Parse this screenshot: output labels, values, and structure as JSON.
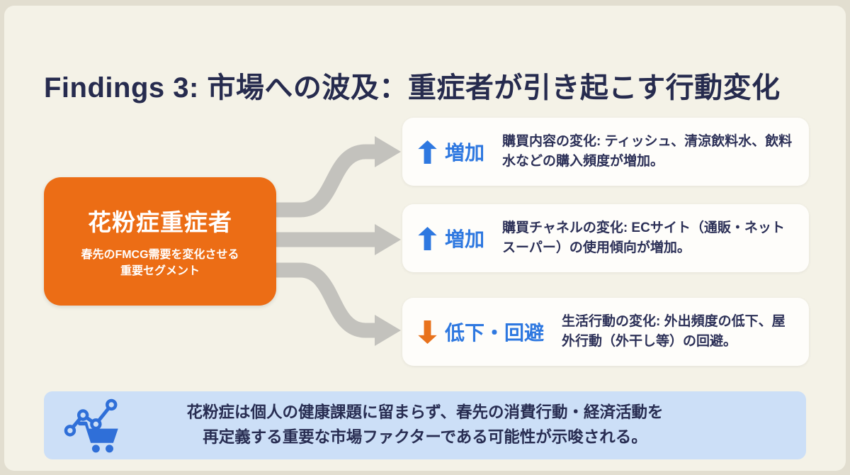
{
  "slide": {
    "title": "Findings 3: 市場への波及：重症者が引き起こす行動変化",
    "source_box": {
      "title": "花粉症重症者",
      "subtitle_line1": "春先のFMCG需要を変化させる",
      "subtitle_line2": "重要セグメント"
    },
    "cards": [
      {
        "direction": "up",
        "icon": "arrow-up-icon",
        "label": "増加",
        "description": "購買内容の変化: ティッシュ、清涼飲料水、飲料水などの購入頻度が増加。"
      },
      {
        "direction": "up",
        "icon": "arrow-up-icon",
        "label": "増加",
        "description": "購買チャネルの変化: ECサイト（通販・ネットスーパー）の使用傾向が増加。"
      },
      {
        "direction": "down",
        "icon": "arrow-down-icon",
        "label": "低下・回避",
        "description": "生活行動の変化: 外出頻度の低下、屋外行動（外干し等）の回避。"
      }
    ],
    "conclusion": {
      "icon": "chart-cart-icon",
      "line1": "花粉症は個人の健康課題に留まらず、春先の消費行動・経済活動を",
      "line2": "再定義する重要な市場ファクターである可能性が示唆される。"
    },
    "colors": {
      "background": "#f4f2e7",
      "outer_background": "#e2ded0",
      "accent_orange": "#ec6d15",
      "accent_blue": "#2e78e0",
      "arrow_gray": "#c3c2bd",
      "banner_blue": "#ccdff7",
      "text_navy": "#262b4e",
      "card_white": "#fefdfa"
    }
  }
}
